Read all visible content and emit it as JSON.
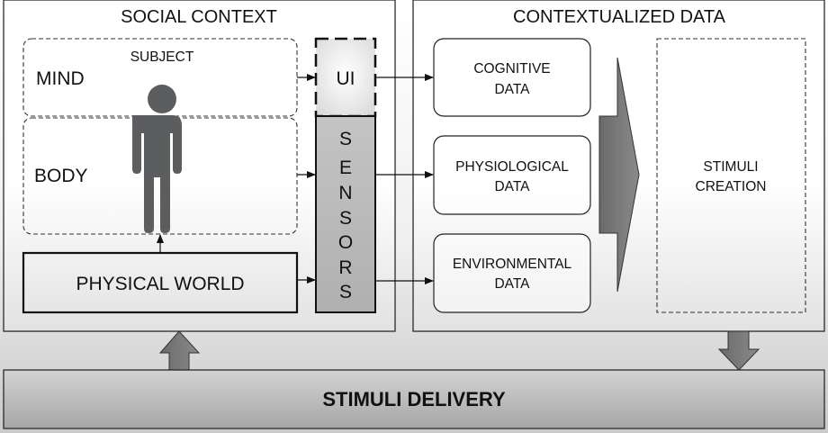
{
  "social_context": {
    "title": "SOCIAL CONTEXT",
    "subject_label": "SUBJECT",
    "mind_label": "MIND",
    "body_label": "BODY",
    "physical_world_label": "PHYSICAL WORLD",
    "ui_label": "UI",
    "sensors": {
      "letters": [
        "S",
        "E",
        "N",
        "S",
        "O",
        "R",
        "S"
      ]
    }
  },
  "contextualized_data": {
    "title": "CONTEXTUALIZED DATA",
    "boxes": [
      {
        "line1": "COGNITIVE",
        "line2": "DATA"
      },
      {
        "line1": "PHYSIOLOGICAL",
        "line2": "DATA"
      },
      {
        "line1": "ENVIRONMENTAL",
        "line2": "DATA"
      }
    ],
    "stimuli_creation": {
      "line1": "STIMULI",
      "line2": "CREATION"
    }
  },
  "stimuli_delivery": {
    "label": "STIMULI DELIVERY"
  },
  "colors": {
    "stroke": "#1a1a1a",
    "figure": "#5b5d5e",
    "arrow_fill": "#6f6f6f",
    "sensors_fill": "#bdbdbd",
    "delivery_top": "#d3d3d3",
    "delivery_bottom": "#a6a6a6"
  }
}
